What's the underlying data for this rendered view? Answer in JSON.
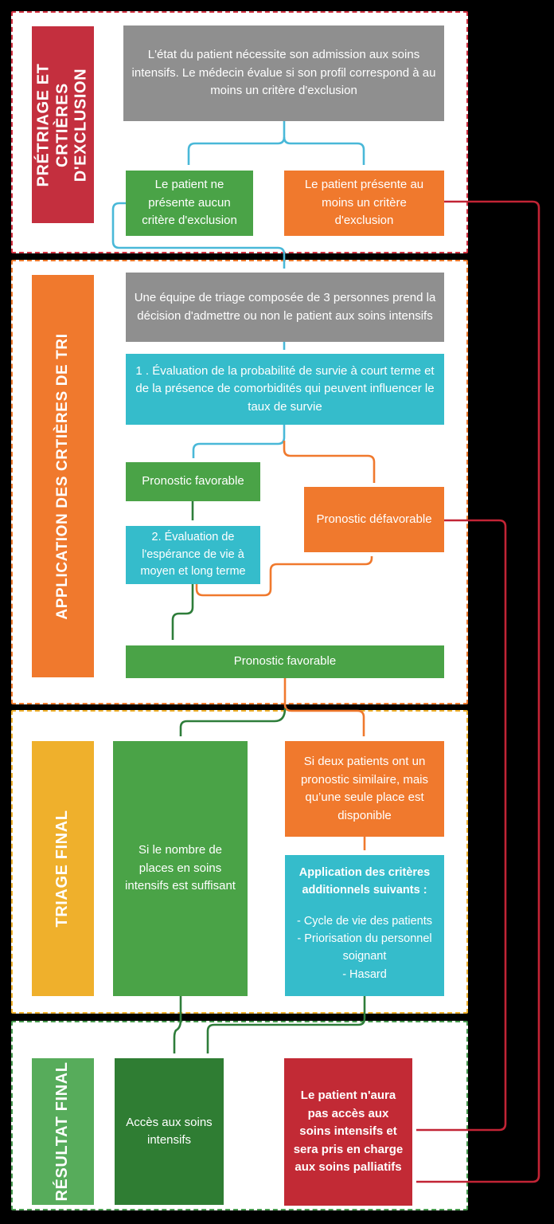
{
  "diagram_title": "Flowchart triage soins intensifs",
  "colors": {
    "background": "#000000",
    "section_bg": "#ffffff",
    "red": "#c42f3e",
    "orange": "#f0792d",
    "amber": "#efb02c",
    "green_medium": "#4aa347",
    "green_dark": "#2f7d33",
    "green_light": "#57ac5b",
    "teal": "#35bccb",
    "gray": "#8f8f8f",
    "arrow_cyan": "#49b8d8",
    "arrow_orange": "#f0792d",
    "arrow_green": "#2e7d3a",
    "arrow_red": "#c22435"
  },
  "s1": {
    "label": "PRÉTRIAGE ET CRTIÈRES D'EXCLUSION",
    "main": "L'état du patient nécessite son admission aux soins intensifs. Le médecin évalue si son profil correspond à au moins un critère d'exclusion",
    "no_exclusion": "Le patient ne présente aucun critère d'exclusion",
    "has_exclusion": "Le patient présente au moins un critère d'exclusion"
  },
  "s2": {
    "label": "APPLICATION DES CRTIÈRES DE TRI",
    "team": "Une équipe de triage composée de 3 personnes prend la décision d'admettre ou non le patient aux soins intensifs",
    "eval1": "1 . Évaluation de la probabilité de survie à court terme et de la présence de comorbidités qui peuvent influencer le taux de survie",
    "prog_fav_1": "Pronostic favorable",
    "eval2": "2. Évaluation de l'espérance de vie à moyen et long terme",
    "prog_defav": "Pronostic défavorable",
    "prog_fav_2": "Pronostic favorable"
  },
  "s3": {
    "label": "TRIAGE FINAL",
    "places": "Si le nombre de places en soins intensifs est suffisant",
    "two_patients": "Si deux patients ont un pronostic similaire, mais qu’une seule place est disponible",
    "criteria_title": "Application des critères additionnels suivants :",
    "criteria": [
      "- Cycle de vie des patients",
      "- Priorisation du personnel soignant",
      "- Hasard"
    ]
  },
  "s4": {
    "label": "RÉSULTAT FINAL",
    "access": "Accès aux soins intensifs",
    "no_access": "Le patient n'aura pas accès aux soins intensifs et sera pris en charge aux soins palliatifs"
  }
}
